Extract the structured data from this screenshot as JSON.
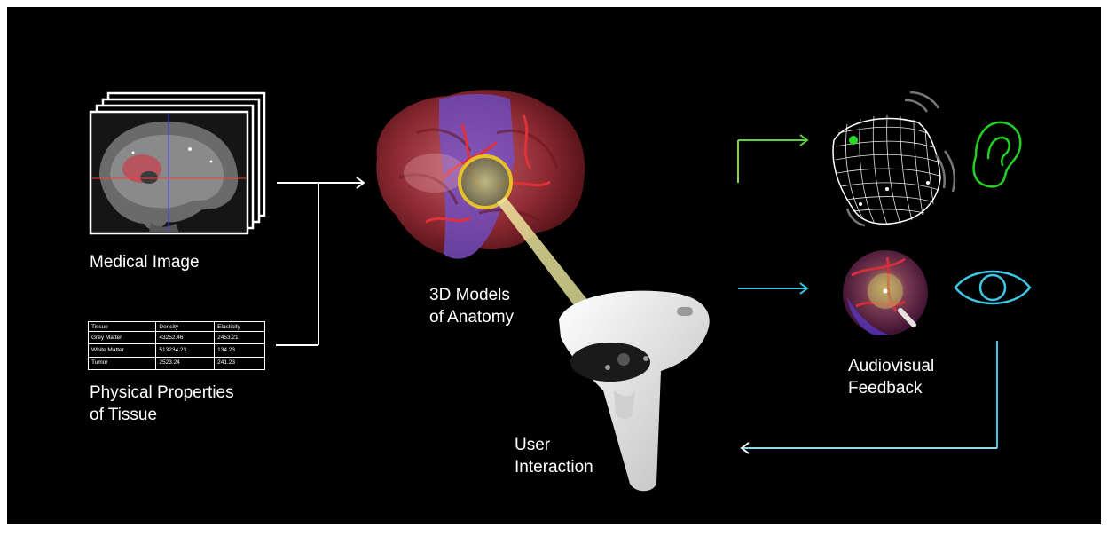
{
  "colors": {
    "background": "#000000",
    "arrow_white": "#ffffff",
    "arrow_yellow": "#e6e65a",
    "arrow_green": "#5ad23c",
    "arrow_cyan": "#3cc8e6",
    "ring": "#e8c12a",
    "ear": "#22d022",
    "eye": "#3cc8e6"
  },
  "labels": {
    "medical_image": "Medical Image",
    "physical_properties_line1": "Physical Properties",
    "physical_properties_line2": "of Tissue",
    "models_line1": "3D Models",
    "models_line2": "of Anatomy",
    "feedback_line1": "Audiovisual",
    "feedback_line2": "Feedback",
    "interaction_line1": "User",
    "interaction_line2": "Interaction"
  },
  "tissue_table": {
    "headers": [
      "Tissue",
      "Density",
      "Elasticity"
    ],
    "rows": [
      [
        "Grey Matter",
        "43252.46",
        "2453.21"
      ],
      [
        "White Matter",
        "513234.23",
        "134.23"
      ],
      [
        "Tumor",
        "2523.24",
        "241.23"
      ]
    ]
  },
  "icons": {
    "mri_stack": "mri-scan-stack-icon",
    "brain": "brain-model-icon",
    "controller": "vr-controller-icon",
    "haptic_mesh": "haptic-mesh-icon",
    "ear": "ear-icon",
    "visual_sphere": "visual-feedback-sphere-icon",
    "eye": "eye-icon"
  }
}
